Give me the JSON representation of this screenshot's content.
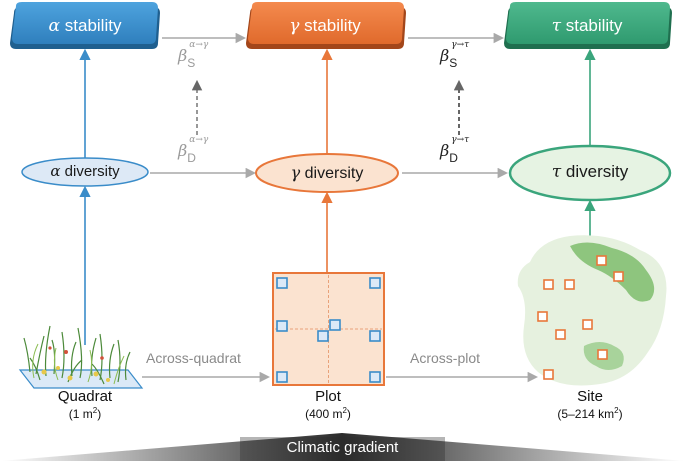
{
  "colors": {
    "alpha": "#3a8cc9",
    "gamma": "#e8773a",
    "tau": "#3aa57c",
    "arrow_grey": "#a9a9a9",
    "gamma_fill": "#fbe3d0",
    "tau_fill": "#e6f3e3",
    "alpha_fill": "#dde9f6"
  },
  "stability": {
    "alpha": {
      "symbol": "α",
      "word": "stability"
    },
    "gamma": {
      "symbol": "γ",
      "word": "stability"
    },
    "tau": {
      "symbol": "τ",
      "word": "stability"
    }
  },
  "diversity": {
    "alpha": {
      "symbol": "α",
      "word": "diversity"
    },
    "gamma": {
      "symbol": "γ",
      "word": "diversity"
    },
    "tau": {
      "symbol": "τ",
      "word": "diversity"
    }
  },
  "beta_terms": {
    "s_alpha_gamma": {
      "symbol": "β",
      "sub": "S",
      "sup": "α→γ"
    },
    "d_alpha_gamma": {
      "symbol": "β",
      "sub": "D",
      "sup": "α→γ"
    },
    "s_gamma_tau": {
      "symbol": "β",
      "sub": "S",
      "sup": "γ→τ"
    },
    "d_gamma_tau": {
      "symbol": "β",
      "sub": "D",
      "sup": "γ→τ"
    }
  },
  "connectors": {
    "across_quadrat": "Across-quadrat",
    "across_plot": "Across-plot"
  },
  "scales": {
    "quadrat": {
      "name": "Quadrat",
      "area_num": "(1 m",
      "area_exp": "2",
      "area_close": ")"
    },
    "plot": {
      "name": "Plot",
      "area_num": "(400 m",
      "area_exp": "2",
      "area_close": ")"
    },
    "site": {
      "name": "Site",
      "area_num": "(5–214 km",
      "area_exp": "2",
      "area_close": ")"
    }
  },
  "climatic_gradient": "Climatic gradient",
  "icons": [
    "quadrat-grass-icon",
    "plot-grid-icon",
    "site-map-icon",
    "gradient-wedge-icon"
  ]
}
